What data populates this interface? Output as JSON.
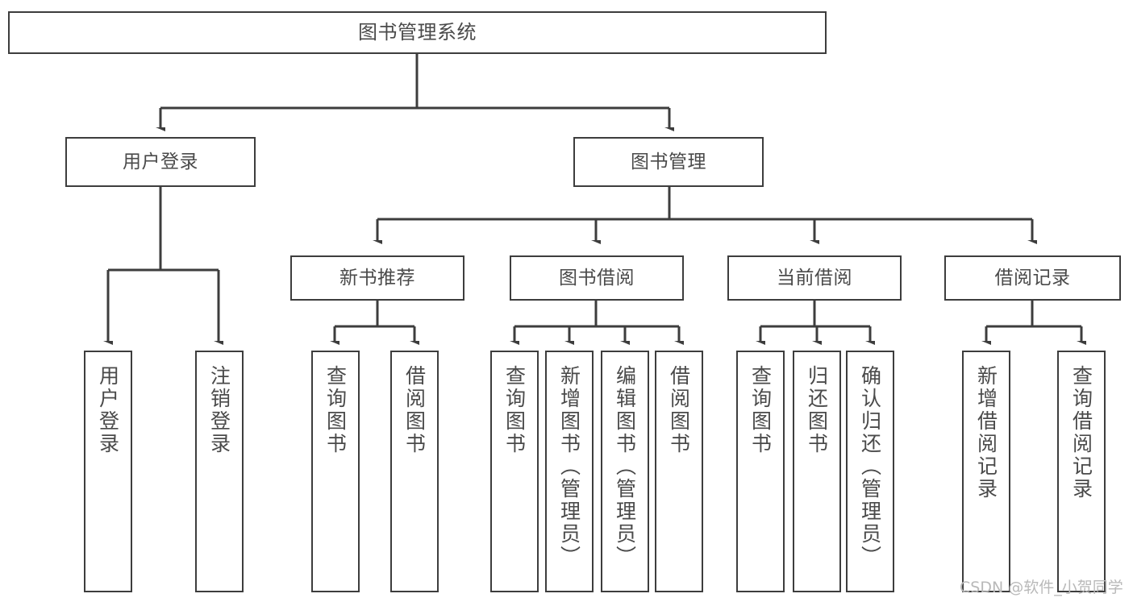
{
  "diagram": {
    "title": "图书管理系统",
    "type": "hierarchy-tree",
    "colors": {
      "box_border": "#3d3d3d",
      "box_fill": "#ffffff",
      "text": "#4a4a4a",
      "edge": "#3d3d3d",
      "watermark": "#b9b9b9",
      "background": "#ffffff"
    }
  },
  "watermark": {
    "text": "CSDN @软件_小贺同学"
  },
  "nodes": {
    "root": {
      "label": "图书管理系统"
    },
    "level2": [
      {
        "id": "user-login",
        "label": "用户登录"
      },
      {
        "id": "book-manage",
        "label": "图书管理"
      }
    ],
    "level3": [
      {
        "id": "new-book-recommend",
        "label": "新书推荐"
      },
      {
        "id": "book-borrow",
        "label": "图书借阅"
      },
      {
        "id": "current-borrow",
        "label": "当前借阅"
      },
      {
        "id": "borrow-record",
        "label": "借阅记录"
      }
    ],
    "leaves": [
      {
        "id": "leaf-user-login",
        "label": "用户登录",
        "parent": "user-login"
      },
      {
        "id": "leaf-user-logout",
        "label": "注销登录",
        "parent": "user-login"
      },
      {
        "id": "leaf-query-book-1",
        "label": "查询图书",
        "parent": "new-book-recommend"
      },
      {
        "id": "leaf-borrow-book-1",
        "label": "借阅图书",
        "parent": "new-book-recommend"
      },
      {
        "id": "leaf-query-book-2",
        "label": "查询图书",
        "parent": "book-borrow"
      },
      {
        "id": "leaf-add-book",
        "label": "新增图书（管理员）",
        "parent": "book-borrow"
      },
      {
        "id": "leaf-edit-book",
        "label": "编辑图书（管理员）",
        "parent": "book-borrow"
      },
      {
        "id": "leaf-borrow-book-2",
        "label": "借阅图书",
        "parent": "book-borrow"
      },
      {
        "id": "leaf-query-book-3",
        "label": "查询图书",
        "parent": "current-borrow"
      },
      {
        "id": "leaf-return-book",
        "label": "归还图书",
        "parent": "current-borrow"
      },
      {
        "id": "leaf-confirm-return",
        "label": "确认归还（管理员）",
        "parent": "current-borrow"
      },
      {
        "id": "leaf-add-record",
        "label": "新增借阅记录",
        "parent": "borrow-record"
      },
      {
        "id": "leaf-query-record",
        "label": "查询借阅记录",
        "parent": "borrow-record"
      }
    ]
  }
}
